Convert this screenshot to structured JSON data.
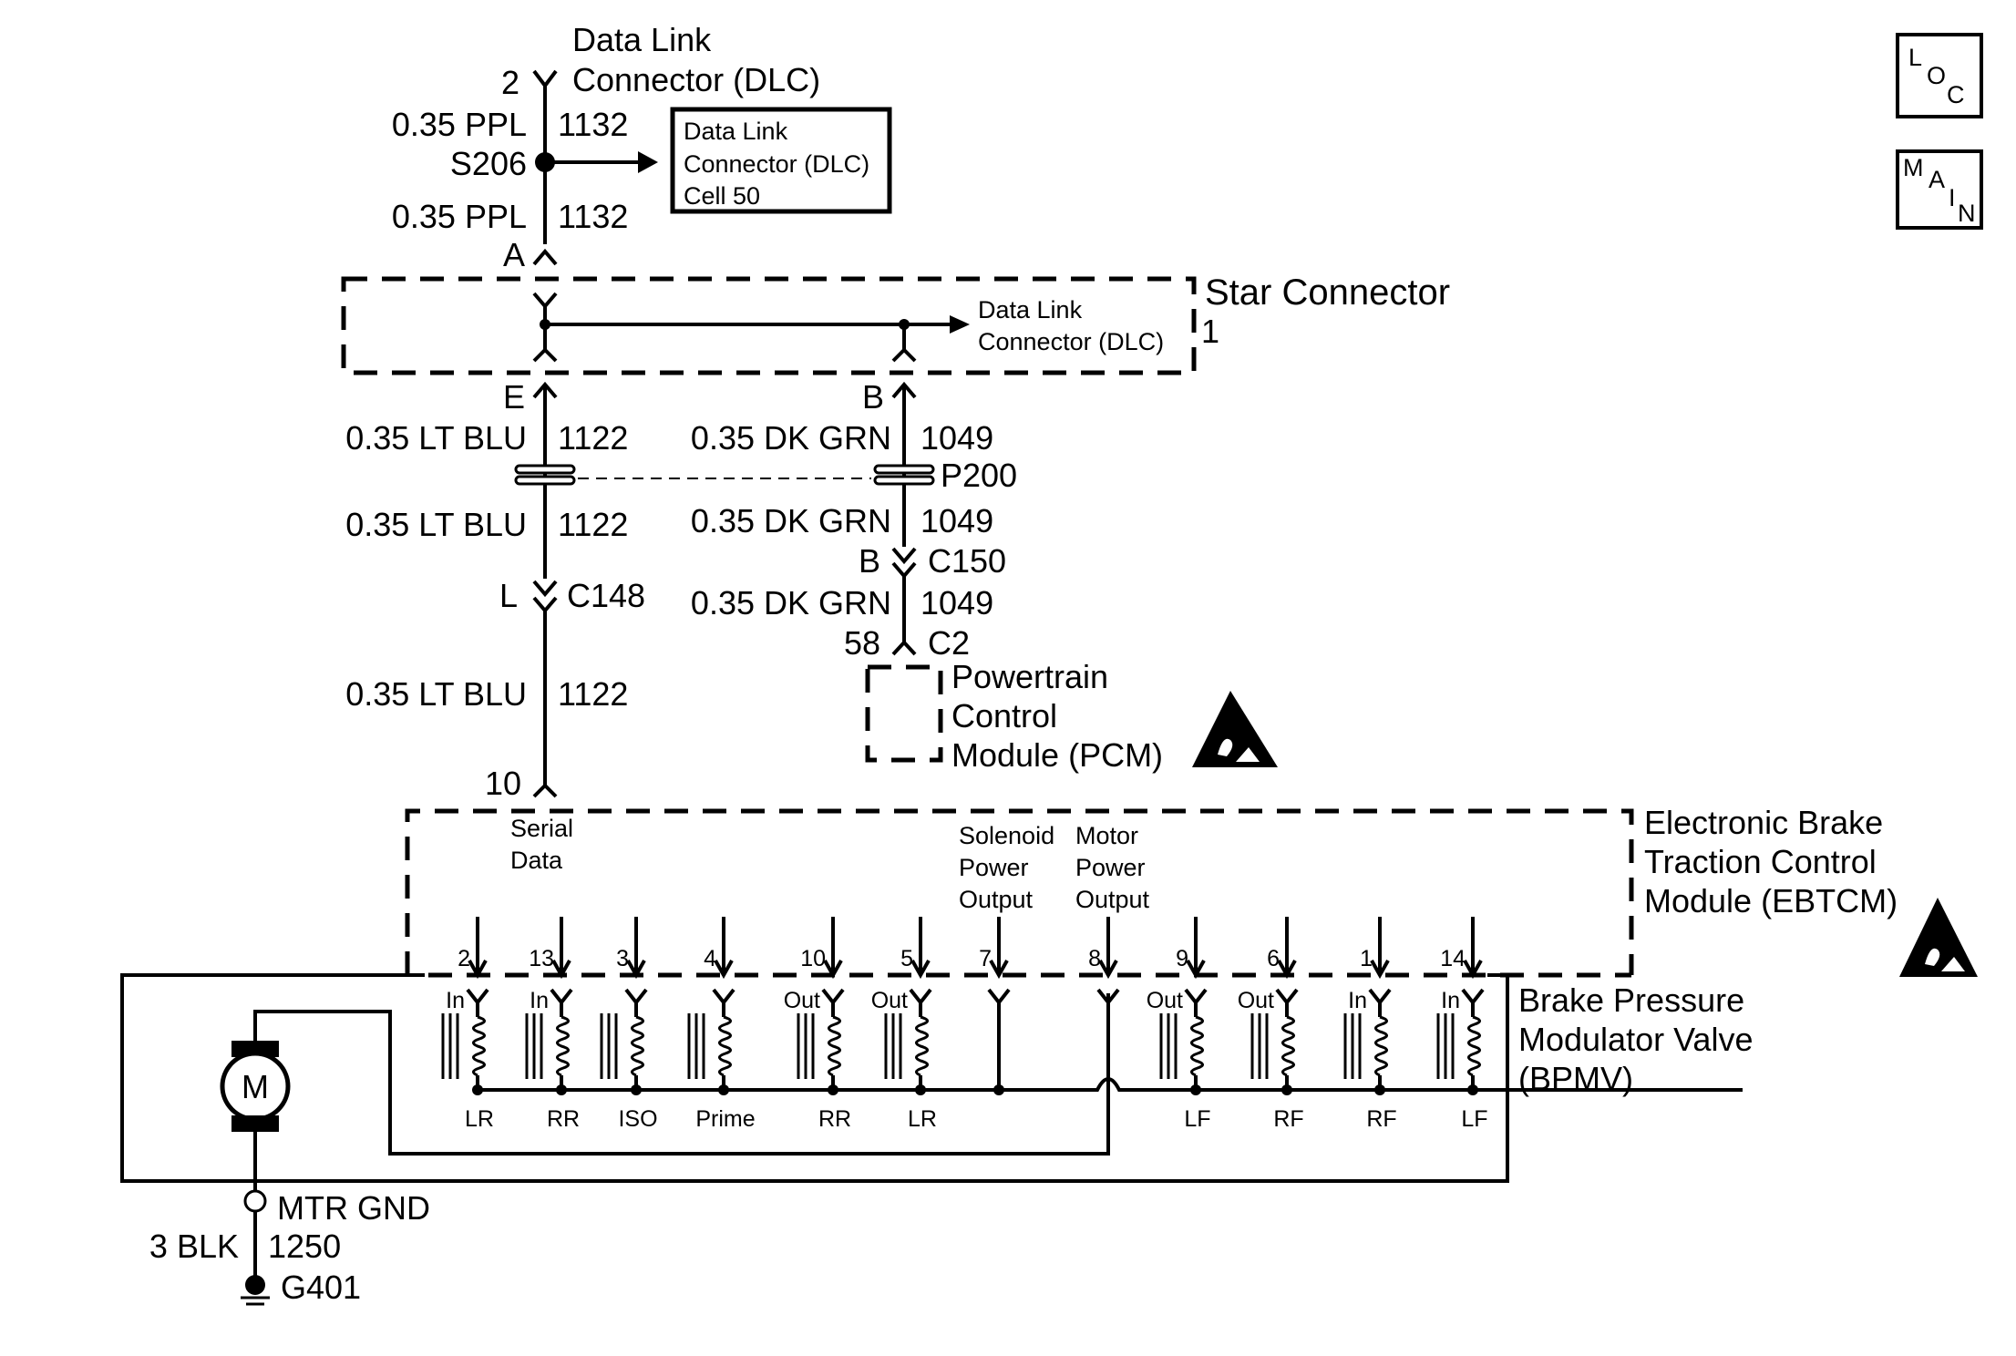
{
  "dlc": {
    "title_line1": "Data Link",
    "title_line2": "Connector (DLC)",
    "pin": "2",
    "wire_top": {
      "gauge": "0.35 PPL",
      "circuit": "1132"
    },
    "splice": "S206",
    "wire_bottom": {
      "gauge": "0.35 PPL",
      "circuit": "1132"
    },
    "pin_bottom": "A",
    "ref_box": {
      "line1": "Data Link",
      "line2": "Connector (DLC)",
      "line3": "Cell 50"
    }
  },
  "star_connector": {
    "title": "Star Connector",
    "number": "1",
    "ref_line1": "Data Link",
    "ref_line2": "Connector (DLC)",
    "pin_left": "E",
    "pin_right": "B"
  },
  "left_wire": {
    "segment1": {
      "gauge": "0.35 LT BLU",
      "circuit": "1122"
    },
    "segment2": {
      "gauge": "0.35 LT BLU",
      "circuit": "1122"
    },
    "connector_pin": "L",
    "connector": "C148",
    "segment3": {
      "gauge": "0.35 LT BLU",
      "circuit": "1122"
    },
    "end_pin": "10"
  },
  "right_wire": {
    "segment1": {
      "gauge": "0.35 DK GRN",
      "circuit": "1049"
    },
    "twisted_pair": "P200",
    "segment2": {
      "gauge": "0.35 DK GRN",
      "circuit": "1049"
    },
    "connector_pin": "B",
    "connector": "C150",
    "segment3": {
      "gauge": "0.35 DK GRN",
      "circuit": "1049"
    },
    "end_pin": "58",
    "end_connector": "C2"
  },
  "pcm": {
    "line1": "Powertrain",
    "line2": "Control",
    "line3": "Module (PCM)"
  },
  "ebtcm": {
    "line1": "Electronic Brake",
    "line2": "Traction Control",
    "line3": "Module (EBTCM)",
    "serial_line1": "Serial",
    "serial_line2": "Data",
    "solenoid_line1": "Solenoid",
    "solenoid_line2": "Power",
    "solenoid_line3": "Output",
    "motor_line1": "Motor",
    "motor_line2": "Power",
    "motor_line3": "Output"
  },
  "bpmv": {
    "line1": "Brake Pressure",
    "line2": "Modulator Valve",
    "line3": "(BPMV)",
    "motor_symbol": "M",
    "pins": [
      {
        "pin": "2",
        "io": "In",
        "label": "LR"
      },
      {
        "pin": "13",
        "io": "In",
        "label": "RR"
      },
      {
        "pin": "3",
        "io": "",
        "label": "ISO"
      },
      {
        "pin": "4",
        "io": "",
        "label": "Prime"
      },
      {
        "pin": "10",
        "io": "Out",
        "label": "RR"
      },
      {
        "pin": "5",
        "io": "Out",
        "label": "LR"
      },
      {
        "pin": "7",
        "io": "",
        "label": ""
      },
      {
        "pin": "8",
        "io": "",
        "label": ""
      },
      {
        "pin": "9",
        "io": "Out",
        "label": "LF"
      },
      {
        "pin": "6",
        "io": "Out",
        "label": "RF"
      },
      {
        "pin": "1",
        "io": "In",
        "label": "RF"
      },
      {
        "pin": "14",
        "io": "In",
        "label": "LF"
      }
    ]
  },
  "ground": {
    "name": "MTR GND",
    "gauge": "3 BLK",
    "circuit": "1250",
    "point": "G401"
  },
  "nav": {
    "loc": {
      "c1": "L",
      "c2": "O",
      "c3": "C"
    },
    "main": {
      "c1": "M",
      "c2": "A",
      "c3": "I",
      "c4": "N"
    }
  }
}
